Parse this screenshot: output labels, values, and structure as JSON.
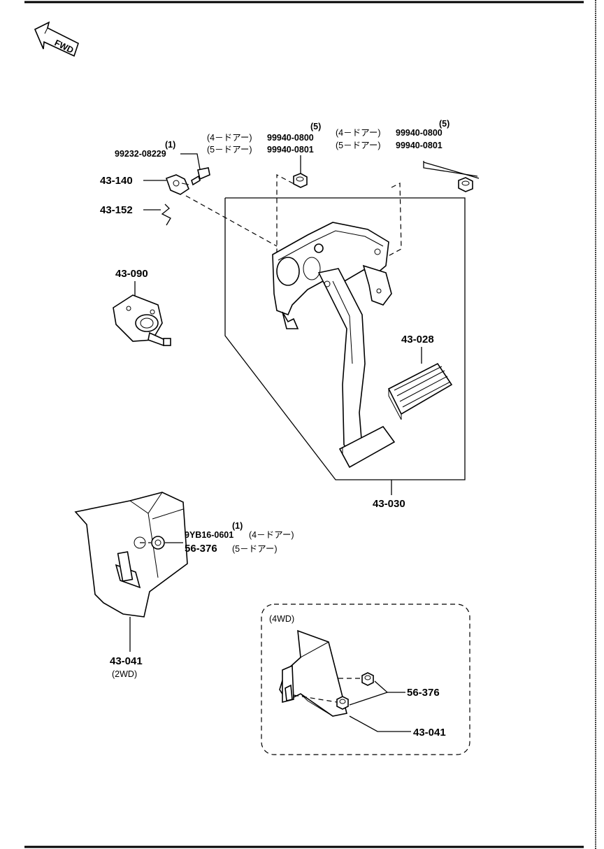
{
  "fwd": {
    "label": "FWD"
  },
  "nut_top_left": {
    "qty": "(5)",
    "line1_prefix": "(4－ドアー)",
    "line1_code": "99940-0800",
    "line2_prefix": "(5－ドアー)",
    "line2_code": "99940-0801"
  },
  "nut_top_right": {
    "qty": "(5)",
    "line1_prefix": "(4－ドアー)",
    "line1_code": "99940-0800",
    "line2_prefix": "(5－ドアー)",
    "line2_code": "99940-0801"
  },
  "bolt": {
    "qty": "(1)",
    "code": "99232-08229"
  },
  "parts": {
    "p43_140": "43-140",
    "p43_152": "43-152",
    "p43_090": "43-090",
    "p43_028": "43-028",
    "p43_030": "43-030",
    "p43_041_2wd": "43-041",
    "note_2wd": "(2WD)",
    "p43_041_4wd": "43-041",
    "p56_376_4wd": "56-376"
  },
  "cover_nut": {
    "qty": "(1)",
    "line1_code": "9YB16-0601",
    "line1_suffix": "(4－ドアー)",
    "line2_code": "56-376",
    "line2_suffix": "(5－ドアー)"
  },
  "box_4wd": {
    "label": "(4WD)"
  }
}
